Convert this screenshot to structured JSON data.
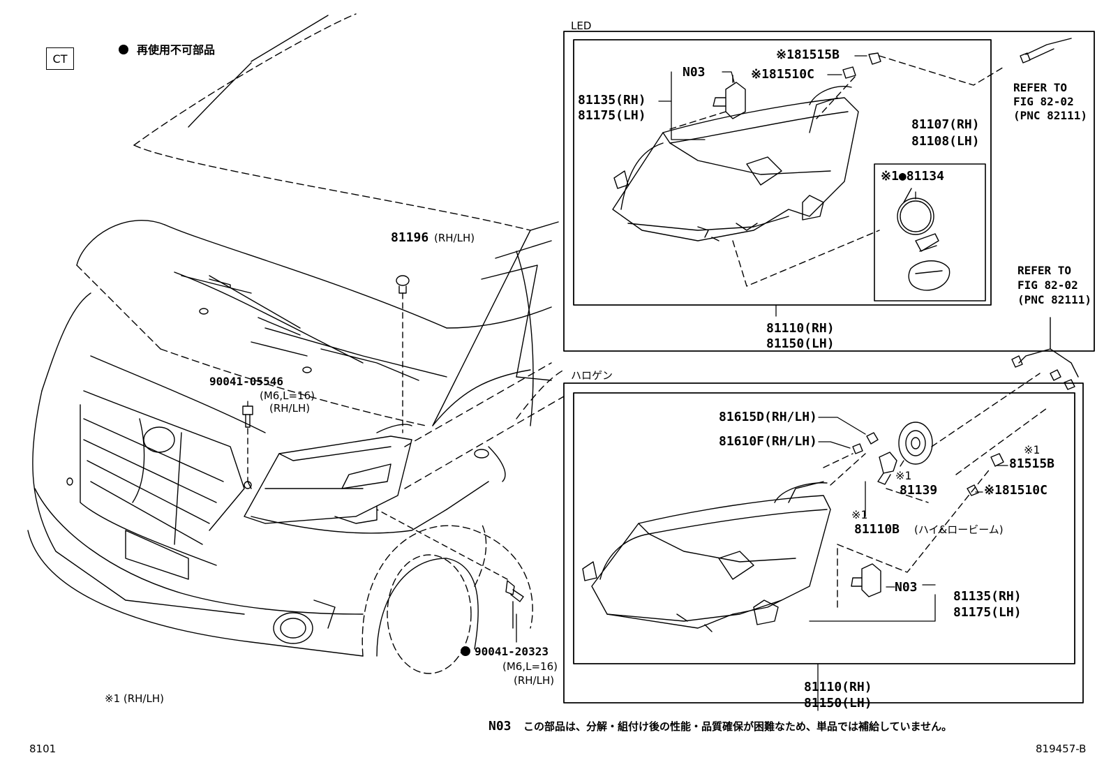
{
  "legend": {
    "code_box": "CT",
    "non_reusable_note": "再使用不可部品"
  },
  "sections": {
    "led_title": "LED",
    "halogen_title": "ハロゲン"
  },
  "led": {
    "bulb_note1": "※181515B",
    "bulb_note2": "※181510C",
    "n03": "N03",
    "unit_rh": "81135(RH)",
    "unit_lh": "81175(LH)",
    "cover_rh": "81107(RH)",
    "cover_lh": "81108(LH)",
    "seal": "※1●81134",
    "assy_rh": "81110(RH)",
    "assy_lh": "81150(LH)"
  },
  "halogen": {
    "socket_d": "81615D(RH/LH)",
    "socket_f": "81610F(RH/LH)",
    "mark1a": "※1",
    "bulb_b": "81515B",
    "mark1b": "※1",
    "cap": "81139",
    "bulb_c": "※181510C",
    "mark1c": "※1",
    "bulb_main": "81110B",
    "bulb_main_desc": "(ハイ&ロービーム)",
    "n03": "N03",
    "unit_rh": "81135(RH)",
    "unit_lh": "81175(LH)",
    "assy_rh": "81110(RH)",
    "assy_lh": "81150(LH)"
  },
  "refs": [
    {
      "line1": "REFER TO",
      "line2": "FIG 82-02",
      "line3": "(PNC 82111)"
    },
    {
      "line1": "REFER TO",
      "line2": "FIG 82-02",
      "line3": "(PNC 82111)"
    }
  ],
  "vehicle": {
    "clip": "81196",
    "clip_side": "(RH/LH)",
    "bolt1": "90041-05546",
    "bolt1_spec": "(M6,L=16)",
    "bolt1_side": "(RH/LH)",
    "bolt2": "90041-20323",
    "bolt2_spec": "(M6,L=16)",
    "bolt2_side": "(RH/LH)"
  },
  "footnote_mark": "※1 (RH/LH)",
  "footer": {
    "n03_code": "N03",
    "n03_note": "この部品は、分解・組付け後の性能・品質確保が困難なため、単品では補給していません。",
    "page_left": "8101",
    "page_right": "819457-B"
  }
}
